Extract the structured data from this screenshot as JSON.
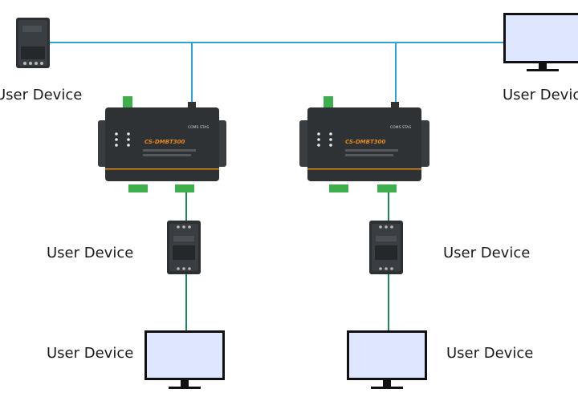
{
  "diagram": {
    "device_labels": {
      "top_left": "User Device",
      "top_right": "User Device",
      "mid_left": "User Device",
      "mid_right": "User Device",
      "bottom_left": "User Device",
      "bottom_right": "User Device"
    },
    "gateway_brand_text": "CS-DMBT300",
    "gateway_logo_text": "COMS STAS",
    "colors": {
      "ethernet_line": "#2aa3d8",
      "serial_line": "#1b8a5a",
      "gateway_body": "#2f3235",
      "gateway_brand": "#e58a1f",
      "monitor_screen": "#dfe6ff",
      "terminal_green": "#3fae4d"
    }
  }
}
